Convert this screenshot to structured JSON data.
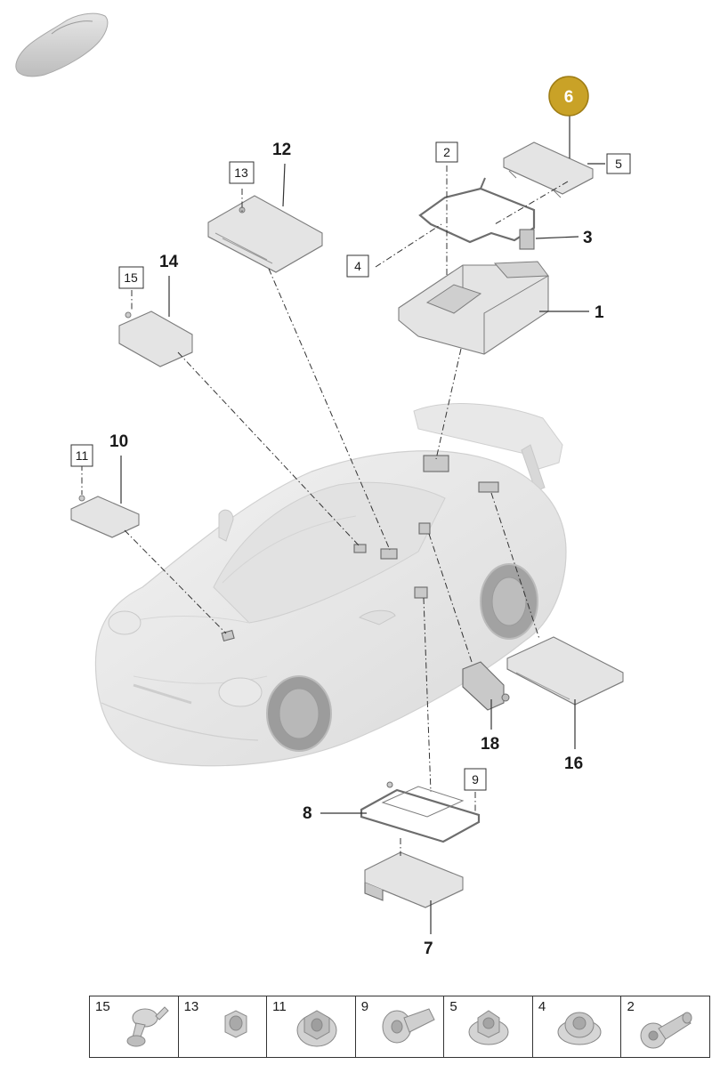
{
  "callouts": {
    "highlighted": "6",
    "bold": [
      "1",
      "3",
      "7",
      "8",
      "10",
      "12",
      "14",
      "16",
      "18"
    ],
    "boxed": [
      "2",
      "4",
      "5",
      "9",
      "11",
      "13",
      "15"
    ]
  },
  "fasteners": [
    {
      "number": "15",
      "icon": "push-rivet-icon"
    },
    {
      "number": "13",
      "icon": "hex-nut-icon"
    },
    {
      "number": "11",
      "icon": "flange-nut-icon"
    },
    {
      "number": "9",
      "icon": "collar-screw-icon"
    },
    {
      "number": "5",
      "icon": "hex-nut-icon"
    },
    {
      "number": "4",
      "icon": "washer-nut-icon"
    },
    {
      "number": "2",
      "icon": "pan-head-screw-icon"
    }
  ],
  "colors": {
    "highlight_badge": "#c9a227",
    "part_fill": "#e4e4e4",
    "car_fill": "#ececec",
    "line": "#333333"
  }
}
